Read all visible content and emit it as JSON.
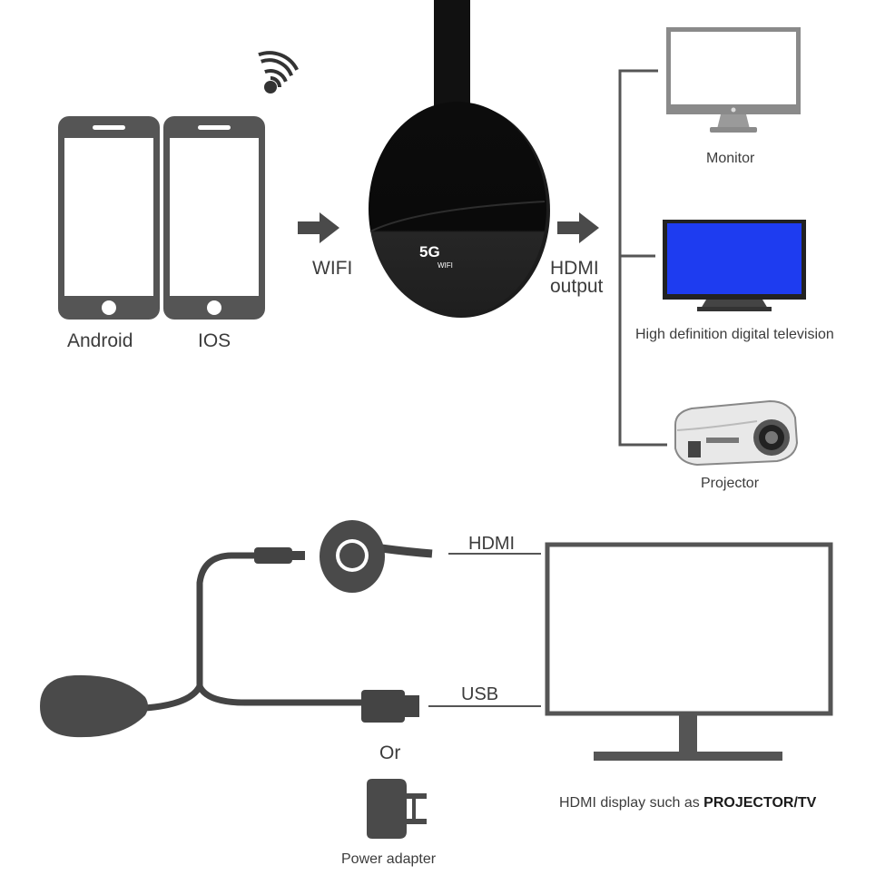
{
  "top": {
    "phones": [
      {
        "label": "Android"
      },
      {
        "label": "IOS"
      }
    ],
    "wifi_label": "WIFI",
    "dongle_badge": "5G",
    "dongle_badge_sub": "WIFI",
    "hdmi_output_line1": "HDMI",
    "hdmi_output_line2": "output",
    "outputs": [
      {
        "label": "Monitor"
      },
      {
        "label": "High definition digital television"
      },
      {
        "label": "Projector"
      }
    ]
  },
  "bottom": {
    "hdmi_label": "HDMI",
    "usb_label": "USB",
    "or_label": "Or",
    "power_adapter_label": "Power adapter",
    "display_caption_pre": "HDMI display such as ",
    "display_caption_strong": "PROJECTOR/TV"
  },
  "colors": {
    "device_black": "#111111",
    "line_gray": "#555555",
    "tv_screen_blue": "#1e3cf0",
    "arrow_gray": "#4a4a4a"
  }
}
